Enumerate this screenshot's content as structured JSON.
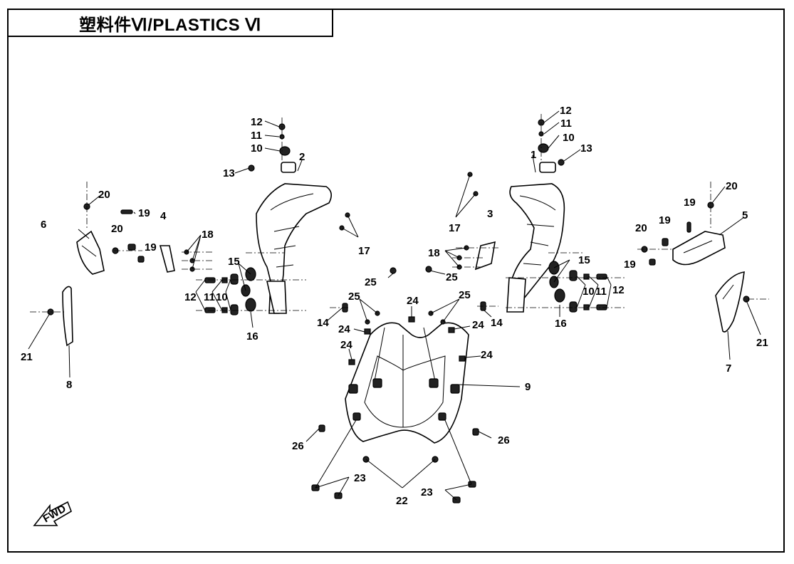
{
  "title": "塑料件Ⅵ/PLASTICS Ⅵ",
  "direction_label": "FWD",
  "callouts": {
    "c1": "1",
    "c2": "2",
    "c3": "3",
    "c4": "4",
    "c5": "5",
    "c6": "6",
    "c7": "7",
    "c8": "8",
    "c9": "9",
    "c10a": "10",
    "c10b": "10",
    "c10c": "10",
    "c10d": "10",
    "c11a": "11",
    "c11b": "11",
    "c11c": "11",
    "c11d": "11",
    "c12a": "12",
    "c12b": "12",
    "c12c": "12",
    "c12d": "12",
    "c13a": "13",
    "c13b": "13",
    "c14a": "14",
    "c14b": "14",
    "c15a": "15",
    "c15b": "15",
    "c16a": "16",
    "c16b": "16",
    "c17a": "17",
    "c17b": "17",
    "c18a": "18",
    "c18b": "18",
    "c19a": "19",
    "c19b": "19",
    "c19c": "19",
    "c19d": "19",
    "c19e": "19",
    "c20a": "20",
    "c20b": "20",
    "c20c": "20",
    "c20d": "20",
    "c21a": "21",
    "c21b": "21",
    "c22": "22",
    "c23a": "23",
    "c23b": "23",
    "c24a": "24",
    "c24b": "24",
    "c24c": "24",
    "c24d": "24",
    "c24e": "24",
    "c25a": "25",
    "c25b": "25",
    "c25c": "25",
    "c25d": "25",
    "c26a": "26",
    "c26b": "26"
  }
}
